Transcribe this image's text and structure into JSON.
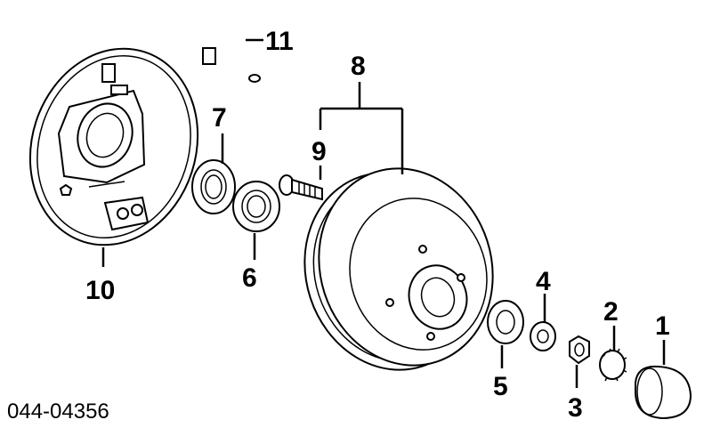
{
  "diagram": {
    "callouts": [
      {
        "id": "1",
        "label": "1"
      },
      {
        "id": "2",
        "label": "2"
      },
      {
        "id": "3",
        "label": "3"
      },
      {
        "id": "4",
        "label": "4"
      },
      {
        "id": "5",
        "label": "5"
      },
      {
        "id": "6",
        "label": "6"
      },
      {
        "id": "7",
        "label": "7"
      },
      {
        "id": "8",
        "label": "8"
      },
      {
        "id": "9",
        "label": "9"
      },
      {
        "id": "10",
        "label": "10"
      },
      {
        "id": "11",
        "label": "11"
      }
    ],
    "drawing_code": "044-04356"
  }
}
